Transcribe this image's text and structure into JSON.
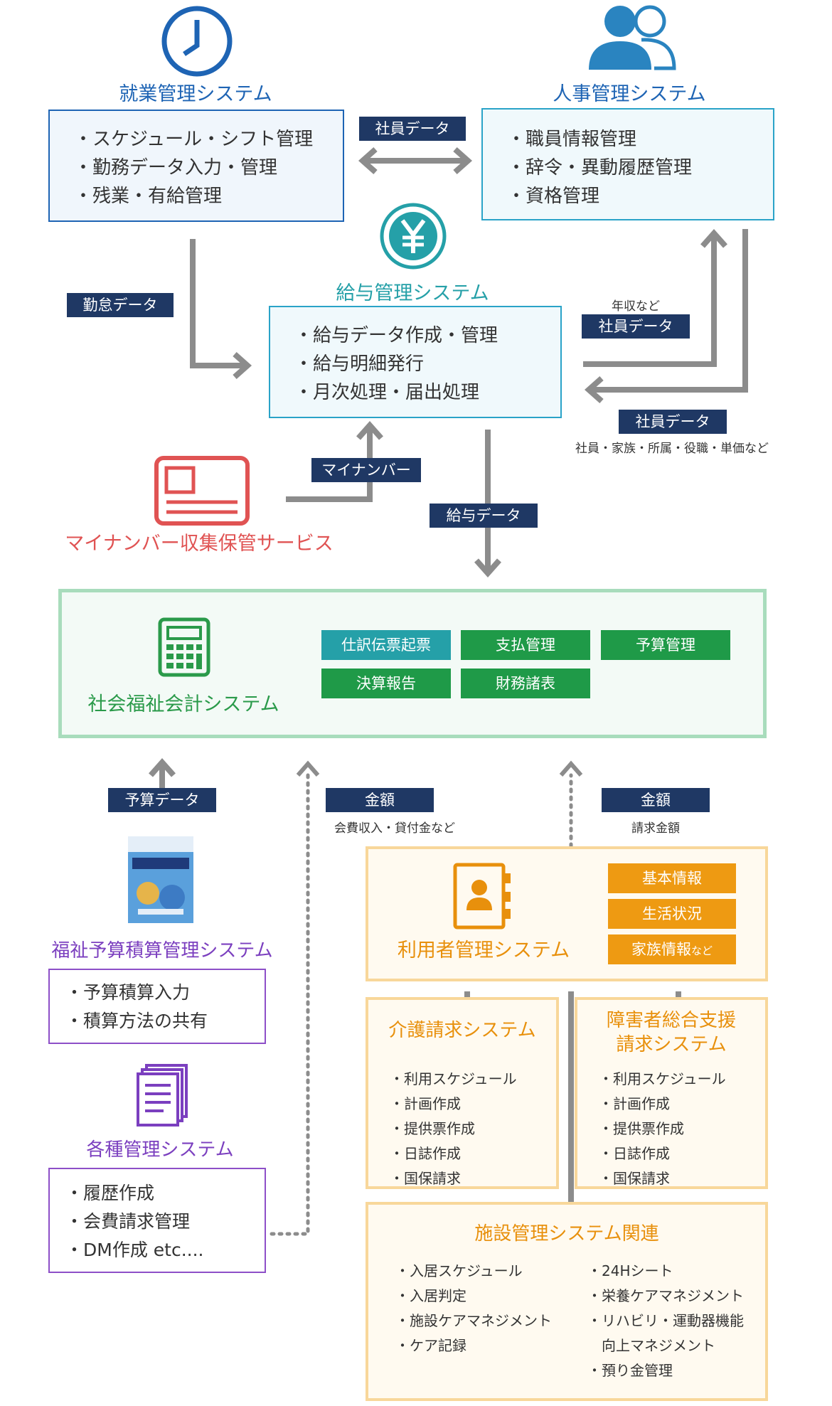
{
  "colors": {
    "blue_title": "#1e64b4",
    "teal_title": "#25a0a8",
    "green_title": "#2a9a4a",
    "red_title": "#e05353",
    "purple_title": "#7b3fbf",
    "orange_title": "#e8900c",
    "navy_tag": "#1f3864",
    "arrow_gray": "#8c8c8c"
  },
  "attendance": {
    "icon": "clock-icon",
    "title": "就業管理システム",
    "items": [
      "・スケジュール・シフト管理",
      "・勤務データ入力・管理",
      "・残業・有給管理"
    ]
  },
  "hr": {
    "icon": "people-icon",
    "title": "人事管理システム",
    "items": [
      "・職員情報管理",
      "・辞令・異動履歴管理",
      "・資格管理"
    ]
  },
  "payroll": {
    "icon": "yen-icon",
    "title": "給与管理システム",
    "items": [
      "・給与データ作成・管理",
      "・給与明細発行",
      "・月次処理・届出処理"
    ]
  },
  "mynumber": {
    "icon": "id-card-icon",
    "title": "マイナンバー収集保管サービス"
  },
  "accounting": {
    "icon": "calculator-icon",
    "title": "社会福祉会計システム",
    "badges": [
      "仕訳伝票起票",
      "支払管理",
      "予算管理",
      "決算報告",
      "財務諸表"
    ]
  },
  "budget": {
    "icon": "brochure-thumbnail",
    "title": "福祉予算積算管理システム",
    "items": [
      "・予算積算入力",
      "・積算方法の共有"
    ]
  },
  "various": {
    "icon": "documents-icon",
    "title": "各種管理システム",
    "items": [
      "・履歴作成",
      "・会費請求管理",
      "・DM作成 etc...."
    ]
  },
  "user_mgmt": {
    "icon": "address-book-icon",
    "title": "利用者管理システム",
    "badges": [
      "基本情報",
      "生活状況",
      "家族情報"
    ],
    "badge_suffix": "など"
  },
  "care_billing": {
    "title": "介護請求システム",
    "items": [
      "・利用スケジュール",
      "・計画作成",
      "・提供票作成",
      "・日誌作成",
      "・国保請求"
    ]
  },
  "disability_billing": {
    "title_line1": "障害者総合支援",
    "title_line2": "請求システム",
    "items": [
      "・利用スケジュール",
      "・計画作成",
      "・提供票作成",
      "・日誌作成",
      "・国保請求"
    ]
  },
  "facility": {
    "title": "施設管理システム関連",
    "items_left": [
      "・入居スケジュール",
      "・入居判定",
      "・施設ケアマネジメント",
      "・ケア記録"
    ],
    "items_right": [
      "・24Hシート",
      "・栄養ケアマネジメント",
      "・リハビリ・運動器機能",
      "　向上マネジメント",
      "・預り金管理"
    ]
  },
  "tags": {
    "employee_data_top": "社員データ",
    "attendance_data": "勤怠データ",
    "income_note": "年収など",
    "employee_data_up": "社員データ",
    "employee_data_down": "社員データ",
    "employee_detail_note": "社員・家族・所属・役職・単価など",
    "mynumber": "マイナンバー",
    "payroll_data": "給与データ",
    "budget_data": "予算データ",
    "amount_left": "金額",
    "amount_left_note": "会費収入・貸付金など",
    "amount_right": "金額",
    "amount_right_note": "請求金額"
  }
}
